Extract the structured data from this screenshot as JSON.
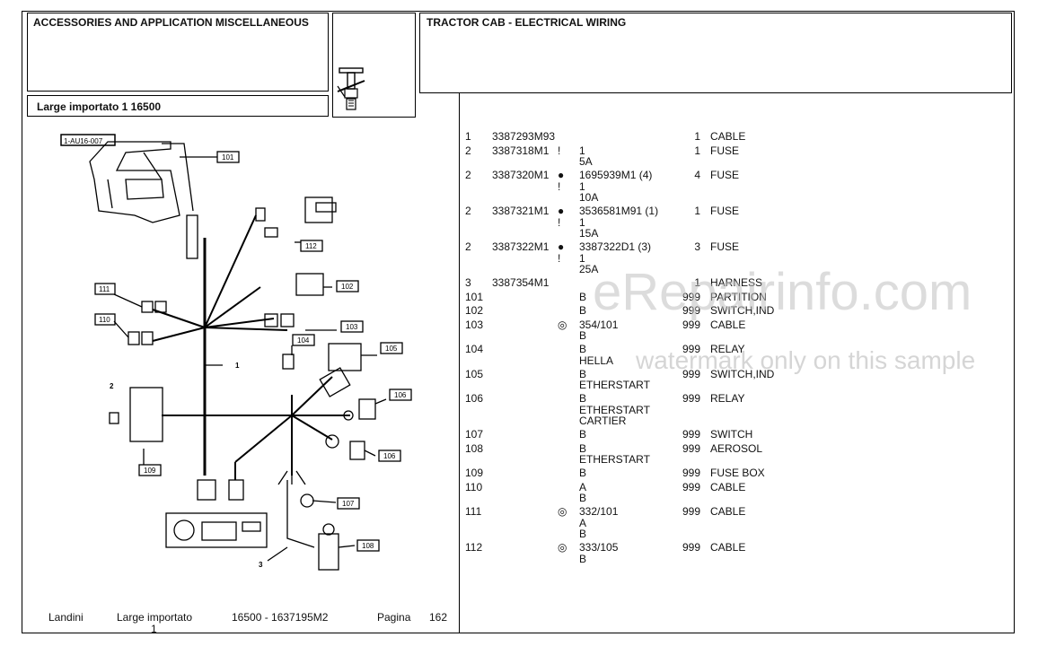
{
  "header": {
    "left_title": "ACCESSORIES AND APPLICATION MISCELLANEOUS",
    "model": "Large importato 1 16500",
    "right_title": "TRACTOR CAB - ELECTRICAL WIRING"
  },
  "icons": {
    "header": "fuse-tool-icon",
    "info": "exclamation-icon",
    "variant": "dot-half-icon",
    "ref": "eye-reference-icon"
  },
  "diagram": {
    "ref_code": "1-AU16-007",
    "callouts": [
      "101",
      "112",
      "102",
      "111",
      "110",
      "103",
      "104",
      "105",
      "1",
      "2",
      "106",
      "109",
      "106",
      "107",
      "3",
      "108"
    ]
  },
  "parts": [
    {
      "idx": "1",
      "part": "3387293M93",
      "sym": "",
      "ref": "",
      "qty": "1",
      "desc": "CABLE"
    },
    {
      "idx": "2",
      "part": "3387318M1",
      "sym": "!",
      "ref": "1\n5A",
      "qty": "1",
      "desc": "FUSE"
    },
    {
      "idx": "2",
      "part": "3387320M1",
      "sym": "●\n!",
      "ref": "1695939M1  (4)\n1\n10A",
      "qty": "4",
      "desc": "FUSE"
    },
    {
      "idx": "2",
      "part": "3387321M1",
      "sym": "●\n!",
      "ref": "3536581M91  (1)\n1\n15A",
      "qty": "1",
      "desc": "FUSE"
    },
    {
      "idx": "2",
      "part": "3387322M1",
      "sym": "●\n!",
      "ref": "3387322D1  (3)\n1\n25A",
      "qty": "3",
      "desc": "FUSE"
    },
    {
      "idx": "3",
      "part": "3387354M1",
      "sym": "",
      "ref": "",
      "qty": "1",
      "desc": "HARNESS"
    },
    {
      "idx": "101",
      "part": "",
      "sym": "",
      "ref": "B",
      "qty": "999",
      "desc": "PARTITION"
    },
    {
      "idx": "102",
      "part": "",
      "sym": "",
      "ref": "B",
      "qty": "999",
      "desc": "SWITCH,IND"
    },
    {
      "idx": "103",
      "part": "",
      "sym": "◎",
      "ref": "354/101\nB",
      "qty": "999",
      "desc": "CABLE"
    },
    {
      "idx": "104",
      "part": "",
      "sym": "",
      "ref": "B\nHELLA",
      "qty": "999",
      "desc": "RELAY"
    },
    {
      "idx": "105",
      "part": "",
      "sym": "",
      "ref": "B\nETHERSTART",
      "qty": "999",
      "desc": "SWITCH,IND"
    },
    {
      "idx": "106",
      "part": "",
      "sym": "",
      "ref": "B\nETHERSTART\nCARTIER",
      "qty": "999",
      "desc": "RELAY"
    },
    {
      "idx": "107",
      "part": "",
      "sym": "",
      "ref": "B",
      "qty": "999",
      "desc": "SWITCH"
    },
    {
      "idx": "108",
      "part": "",
      "sym": "",
      "ref": "B\nETHERSTART",
      "qty": "999",
      "desc": "AEROSOL"
    },
    {
      "idx": "109",
      "part": "",
      "sym": "",
      "ref": "B",
      "qty": "999",
      "desc": "FUSE BOX"
    },
    {
      "idx": "110",
      "part": "",
      "sym": "",
      "ref": "A\nB",
      "qty": "999",
      "desc": "CABLE"
    },
    {
      "idx": "111",
      "part": "",
      "sym": "◎",
      "ref": "332/101\nA\nB",
      "qty": "999",
      "desc": "CABLE"
    },
    {
      "idx": "112",
      "part": "",
      "sym": "◎",
      "ref": "333/105\nB",
      "qty": "999",
      "desc": "CABLE"
    }
  ],
  "footer": {
    "brand": "Landini",
    "model": "Large importato",
    "model_line2": "1",
    "code": "16500 - 1637195M2",
    "page_label": "Pagina",
    "page_num": "162"
  },
  "watermark": {
    "line1": "eRepairinfo.com",
    "line2": "watermark only on this sample"
  }
}
